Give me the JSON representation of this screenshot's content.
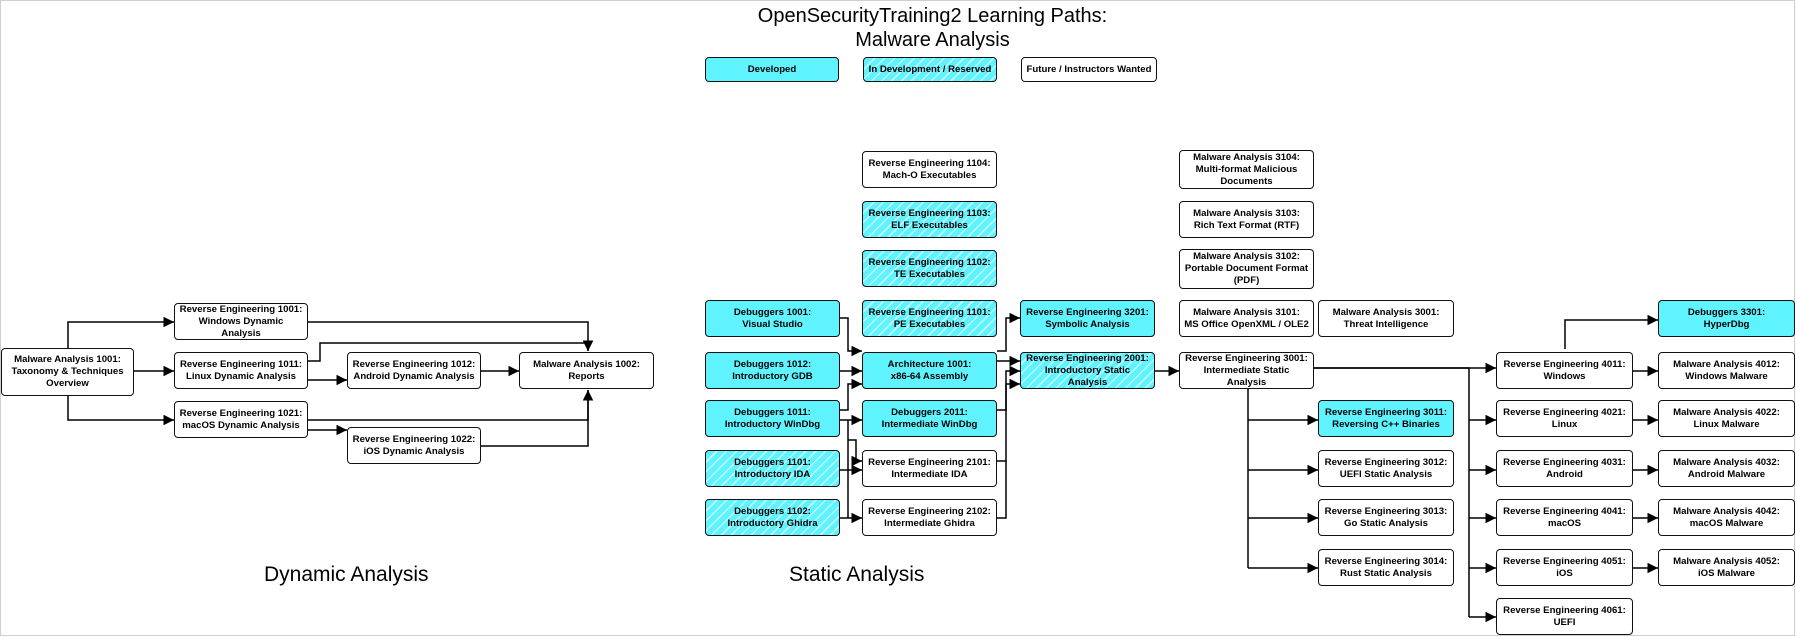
{
  "title": {
    "line1": "OpenSecurityTraining2 Learning Paths:",
    "line2": "Malware Analysis"
  },
  "legend": {
    "developed": "Developed",
    "in_development": "In Development / Reserved",
    "future": "Future / Instructors Wanted"
  },
  "sections": {
    "dynamic": "Dynamic Analysis",
    "static": "Static Analysis"
  },
  "colors": {
    "developed": "#5ff3ff",
    "border": "#111111",
    "line": "#000000"
  },
  "courses": {
    "ma1001": {
      "line1": "Malware Analysis 1001:",
      "line2": "Taxonomy & Techniques",
      "line3": "Overview",
      "status": "future"
    },
    "re1001": {
      "line1": "Reverse Engineering 1001:",
      "line2": "Windows Dynamic Analysis",
      "status": "future"
    },
    "re1011": {
      "line1": "Reverse Engineering 1011:",
      "line2": "Linux Dynamic Analysis",
      "status": "future"
    },
    "re1021": {
      "line1": "Reverse Engineering 1021:",
      "line2": "macOS Dynamic Analysis",
      "status": "future"
    },
    "re1012": {
      "line1": "Reverse Engineering 1012:",
      "line2": "Android Dynamic Analysis",
      "status": "future"
    },
    "re1022": {
      "line1": "Reverse Engineering 1022:",
      "line2": "iOS Dynamic Analysis",
      "status": "future"
    },
    "ma1002": {
      "line1": "Malware Analysis 1002:",
      "line2": "Reports",
      "status": "future"
    },
    "dbg1001": {
      "line1": "Debuggers 1001:",
      "line2": "Visual Studio",
      "status": "developed"
    },
    "dbg1012": {
      "line1": "Debuggers 1012:",
      "line2": "Introductory GDB",
      "status": "developed"
    },
    "dbg1011": {
      "line1": "Debuggers 1011:",
      "line2": "Introductory WinDbg",
      "status": "developed"
    },
    "dbg1101": {
      "line1": "Debuggers 1101:",
      "line2": "Introductory IDA",
      "status": "in_development"
    },
    "dbg1102": {
      "line1": "Debuggers 1102:",
      "line2": "Introductory Ghidra",
      "status": "in_development"
    },
    "re1104": {
      "line1": "Reverse Engineering 1104:",
      "line2": "Mach-O Executables",
      "status": "future"
    },
    "re1103": {
      "line1": "Reverse Engineering 1103:",
      "line2": "ELF Executables",
      "status": "in_development"
    },
    "re1102": {
      "line1": "Reverse Engineering 1102:",
      "line2": "TE Executables",
      "status": "in_development"
    },
    "re1101": {
      "line1": "Reverse Engineering 1101:",
      "line2": "PE Executables",
      "status": "in_development"
    },
    "arch1001": {
      "line1": "Architecture 1001:",
      "line2": "x86-64 Assembly",
      "status": "developed"
    },
    "dbg2011": {
      "line1": "Debuggers 2011:",
      "line2": "Intermediate WinDbg",
      "status": "developed"
    },
    "re2101": {
      "line1": "Reverse Engineering 2101:",
      "line2": "Intermediate IDA",
      "status": "future"
    },
    "re2102": {
      "line1": "Reverse Engineering 2102:",
      "line2": "Intermediate Ghidra",
      "status": "future"
    },
    "re3201": {
      "line1": "Reverse Engineering 3201:",
      "line2": "Symbolic Analysis",
      "status": "developed"
    },
    "re2001": {
      "line1": "Reverse Engineering 2001:",
      "line2": "Introductory Static Analysis",
      "status": "in_development"
    },
    "ma3104": {
      "line1": "Malware Analysis 3104:",
      "line2": "Multi-format Malicious",
      "line3": "Documents",
      "status": "future"
    },
    "ma3103": {
      "line1": "Malware Analysis 3103:",
      "line2": "Rich Text Format (RTF)",
      "status": "future"
    },
    "ma3102": {
      "line1": "Malware Analysis 3102:",
      "line2": "Portable Document Format",
      "line3": "(PDF)",
      "status": "future"
    },
    "ma3101": {
      "line1": "Malware Analysis 3101:",
      "line2": "MS Office OpenXML / OLE2",
      "status": "future"
    },
    "ma3001": {
      "line1": "Malware Analysis 3001:",
      "line2": "Threat Intelligence",
      "status": "future"
    },
    "re3001": {
      "line1": "Reverse Engineering 3001:",
      "line2": "Intermediate Static Analysis",
      "status": "future"
    },
    "re3011": {
      "line1": "Reverse Engineering 3011:",
      "line2": "Reversing C++ Binaries",
      "status": "developed"
    },
    "re3012": {
      "line1": "Reverse Engineering 3012:",
      "line2": "UEFI Static Analysis",
      "status": "future"
    },
    "re3013": {
      "line1": "Reverse Engineering 3013:",
      "line2": "Go Static Analysis",
      "status": "future"
    },
    "re3014": {
      "line1": "Reverse Engineering 3014:",
      "line2": "Rust Static Analysis",
      "status": "future"
    },
    "re4011": {
      "line1": "Reverse Engineering 4011:",
      "line2": "Windows",
      "status": "future"
    },
    "re4021": {
      "line1": "Reverse Engineering 4021:",
      "line2": "Linux",
      "status": "future"
    },
    "re4031": {
      "line1": "Reverse Engineering 4031:",
      "line2": "Android",
      "status": "future"
    },
    "re4041": {
      "line1": "Reverse Engineering 4041:",
      "line2": "macOS",
      "status": "future"
    },
    "re4051": {
      "line1": "Reverse Engineering 4051:",
      "line2": "iOS",
      "status": "future"
    },
    "re4061": {
      "line1": "Reverse Engineering 4061:",
      "line2": "UEFI",
      "status": "future"
    },
    "dbg3301": {
      "line1": "Debuggers 3301:",
      "line2": "HyperDbg",
      "status": "developed"
    },
    "ma4012": {
      "line1": "Malware Analysis 4012:",
      "line2": "Windows Malware",
      "status": "future"
    },
    "ma4022": {
      "line1": "Malware Analysis 4022:",
      "line2": "Linux Malware",
      "status": "future"
    },
    "ma4032": {
      "line1": "Malware Analysis 4032:",
      "line2": "Android Malware",
      "status": "future"
    },
    "ma4042": {
      "line1": "Malware Analysis 4042:",
      "line2": "macOS Malware",
      "status": "future"
    },
    "ma4052": {
      "line1": "Malware Analysis 4052:",
      "line2": "iOS Malware",
      "status": "future"
    }
  }
}
